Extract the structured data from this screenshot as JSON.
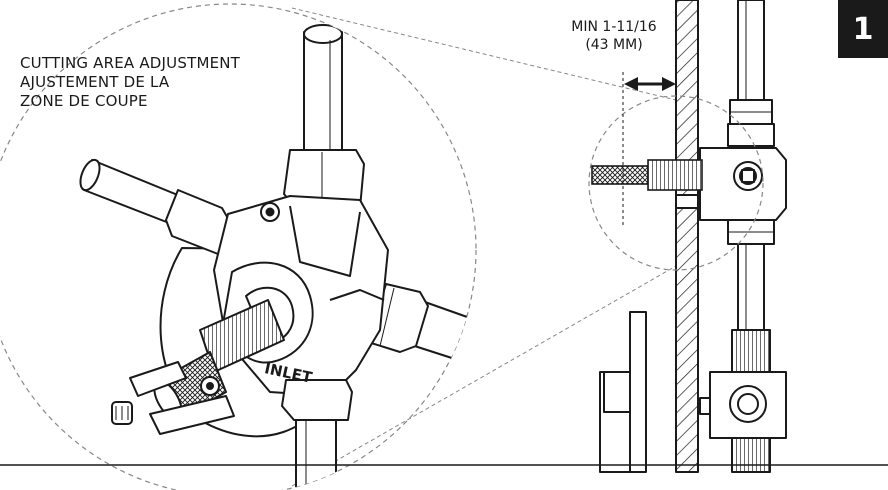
{
  "callout": {
    "line1": "CUTTING AREA ADJUSTMENT",
    "line2": "AJUSTEMENT DE LA",
    "line3": "ZONE DE COUPE"
  },
  "dimension": {
    "line1": "MIN 1-11/16",
    "line2": "(43 MM)"
  },
  "step": "1",
  "valve_stamp": "INLET",
  "colors": {
    "ink": "#1a1a1a",
    "step_badge": "#1a1a1a",
    "background": "#ffffff"
  }
}
